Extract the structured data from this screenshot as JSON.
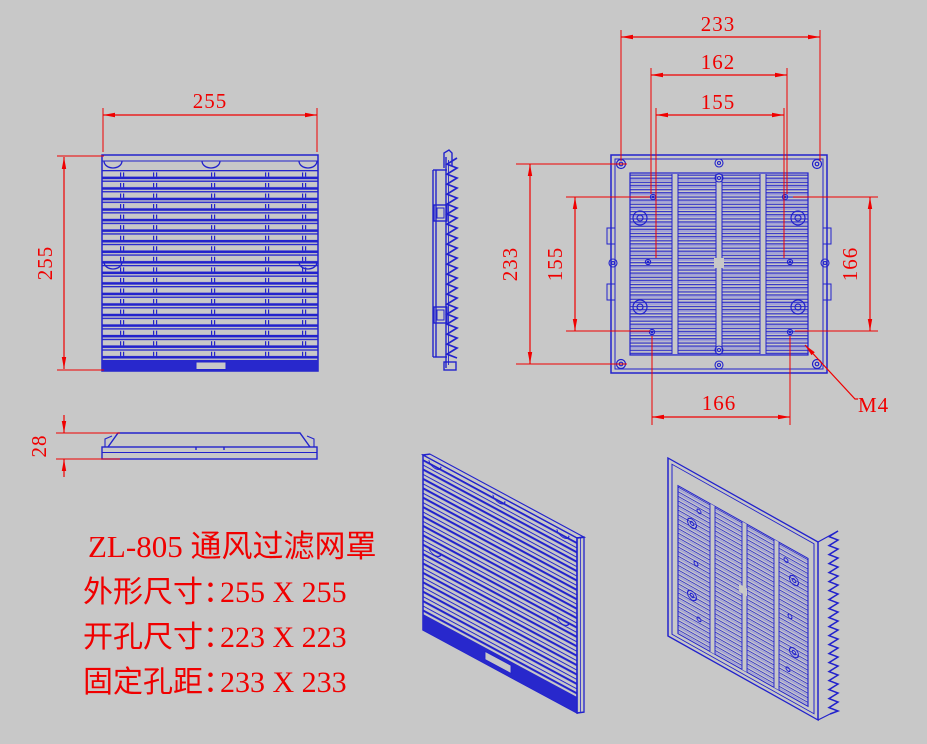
{
  "colors": {
    "background": "#c8c8c8",
    "line_blue": "#2222cc",
    "line_blue_light": "#9d9dd8",
    "dim_red": "#f00000"
  },
  "dims": {
    "front_width": "255",
    "front_height": "255",
    "profile_thickness": "28",
    "back_width": "233",
    "back_162": "162",
    "back_155_top": "155",
    "back_height": "233",
    "back_155_left": "155",
    "back_166_right": "166",
    "back_166_bottom": "166",
    "thread_label": "M4"
  },
  "title_block": {
    "model_line": "ZL-805 通风过滤网罩",
    "rows": [
      {
        "label": "外形尺寸：",
        "value": "255 X 255"
      },
      {
        "label": "开孔尺寸：",
        "value": "223 X 223"
      },
      {
        "label": "固定孔距：",
        "value": "233 X 233"
      }
    ]
  }
}
